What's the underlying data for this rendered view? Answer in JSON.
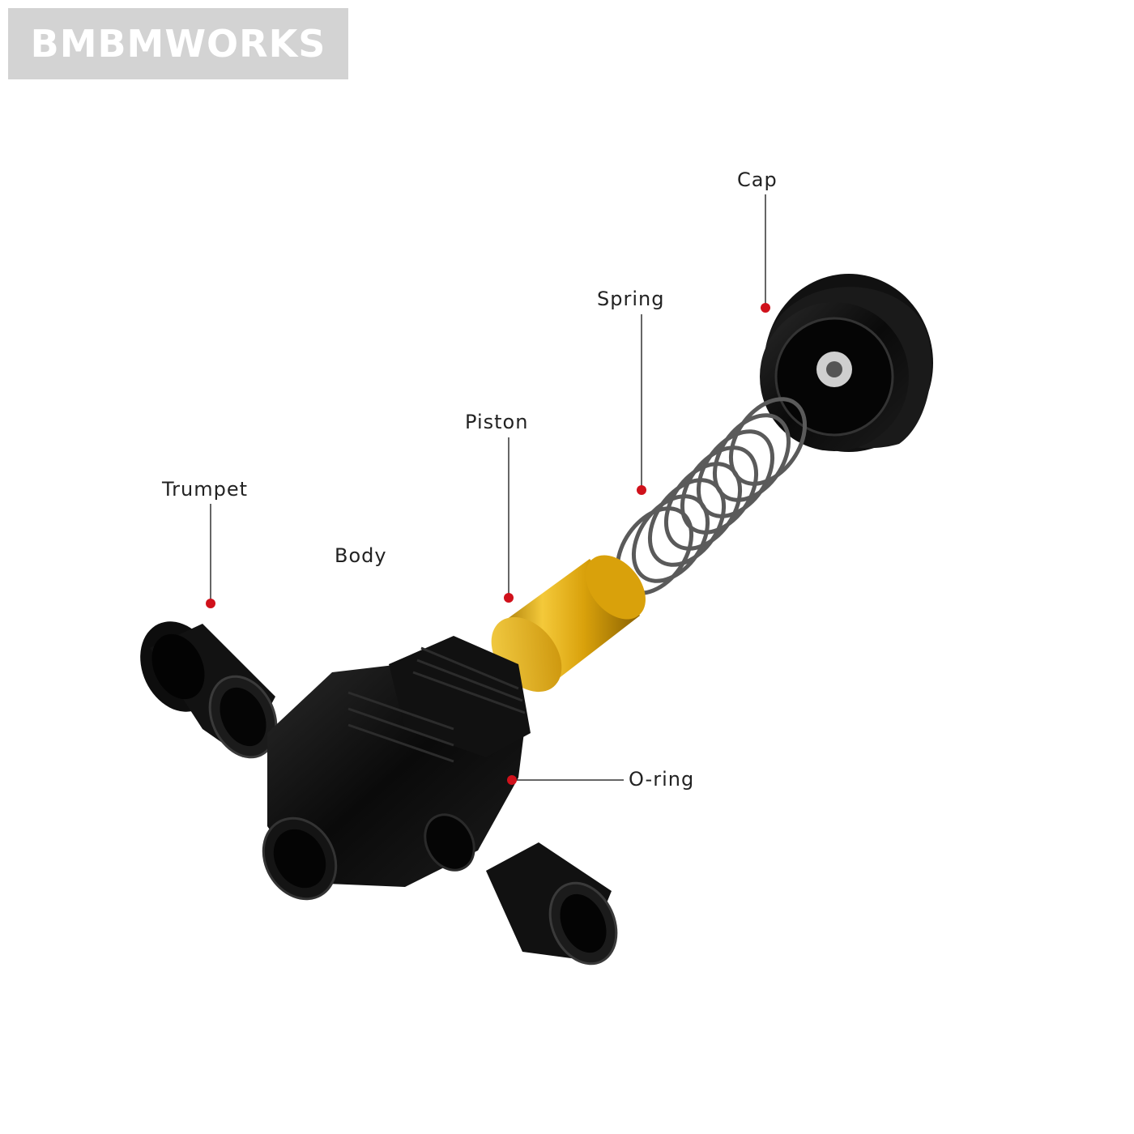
{
  "brand": {
    "text": "BMBMWORKS",
    "color": "#d3d3d3"
  },
  "colors": {
    "part_black": "#0c0c0c",
    "piston_gold": "#e2ad0e",
    "spring_grey": "#5a5a5a",
    "callout_dot": "#d0111b",
    "leader_line": "#666666"
  },
  "labels": {
    "cap": "Cap",
    "spring": "Spring",
    "piston": "Piston",
    "trumpet": "Trumpet",
    "body": "Body",
    "oring": "O-ring"
  }
}
